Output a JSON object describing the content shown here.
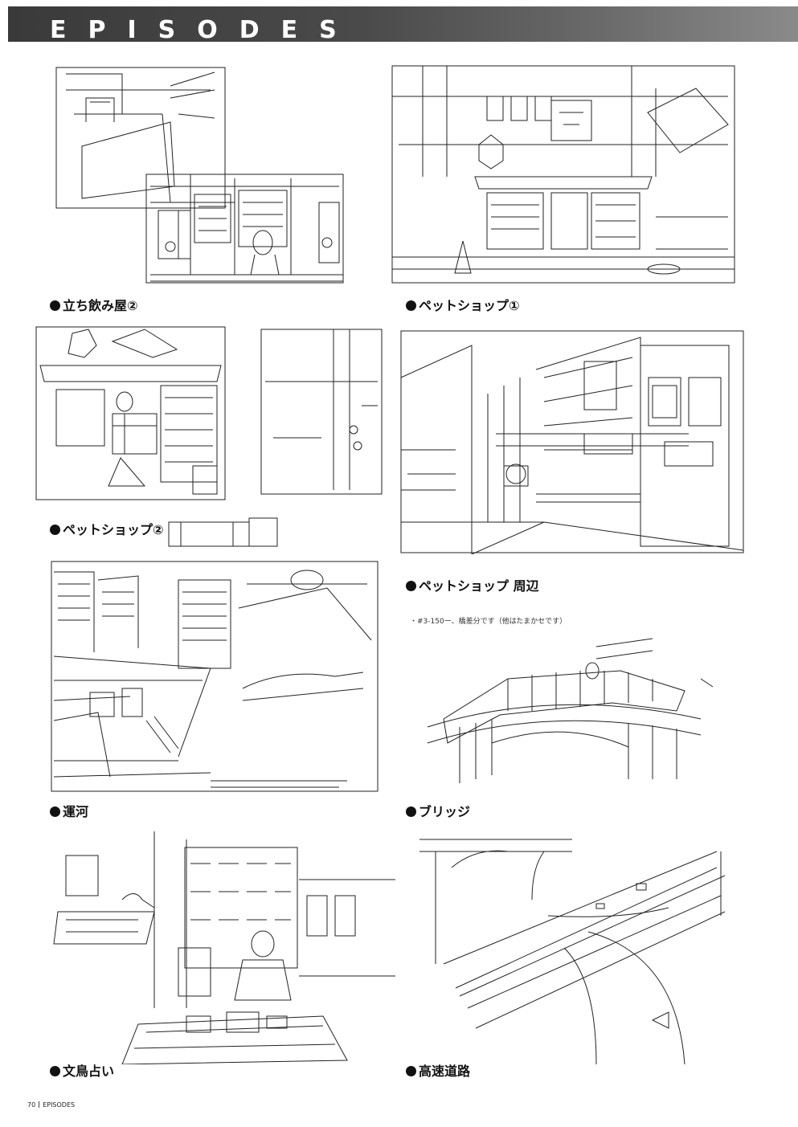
{
  "header": {
    "title": "EPISODES"
  },
  "captions": {
    "standing_bar_2": "立ち飲み屋②",
    "pet_shop_1": "ペットショップ①",
    "pet_shop_2": "ペットショップ②",
    "pet_shop_area": "ペットショップ 周辺",
    "canal": "運河",
    "bridge": "ブリッジ",
    "bird_fortune": "文鳥占い",
    "expressway": "高速道路"
  },
  "bridge_note": "・#3-150ー、橋差分です（他はたまかセです）",
  "footer": {
    "page_number": "70",
    "section": "EPISODES"
  },
  "palette": {
    "header_dark": "#3a3a3a",
    "header_light": "#8a8a8a",
    "ink": "#111111"
  }
}
